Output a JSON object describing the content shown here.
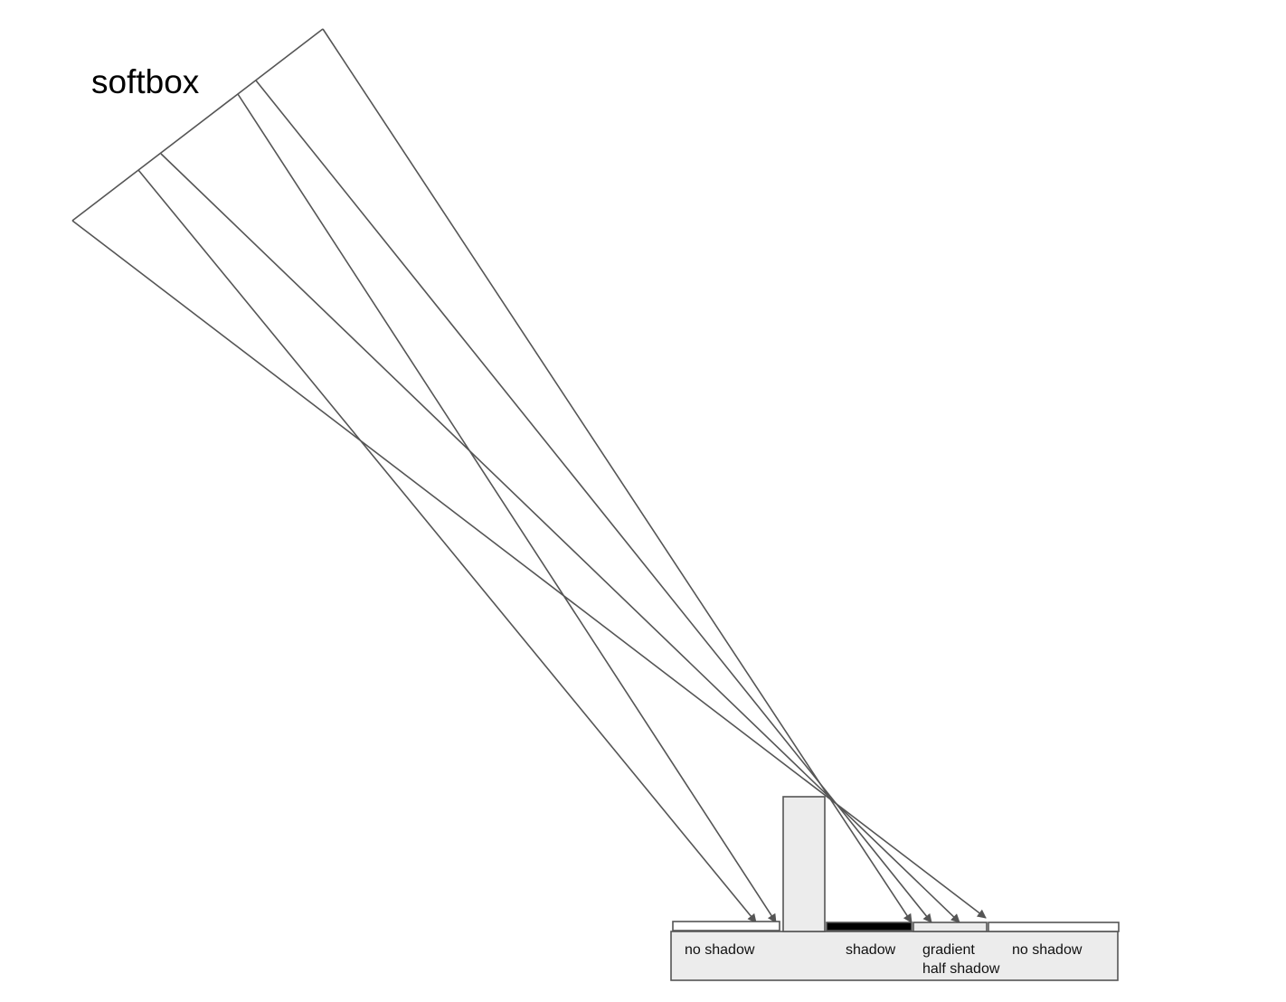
{
  "title": "softbox",
  "labels": {
    "no_shadow_left": "no shadow",
    "shadow": "shadow",
    "gradient_line1": "gradient",
    "gradient_line2": "half shadow",
    "no_shadow_right": "no shadow"
  },
  "colors": {
    "line": "#555555",
    "box_fill": "#ececec",
    "box_stroke": "#555555",
    "shadow_fill": "#000000",
    "background": "#ffffff"
  }
}
